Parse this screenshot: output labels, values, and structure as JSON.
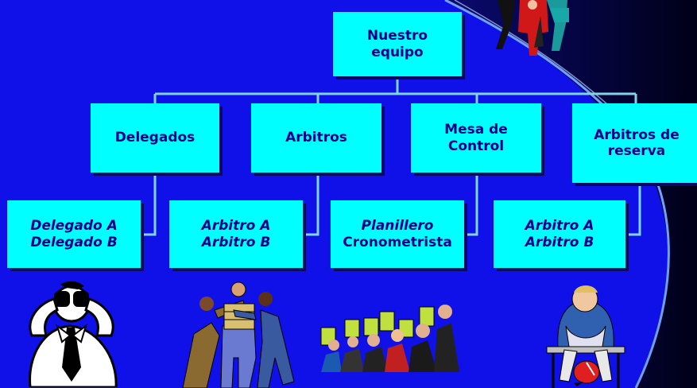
{
  "root": {
    "line1": "Nuestro",
    "line2": "equipo"
  },
  "categories": [
    {
      "line1": "Delegados",
      "line2": ""
    },
    {
      "line1": "Arbitros",
      "line2": ""
    },
    {
      "line1": "Mesa de",
      "line2": "Control"
    },
    {
      "line1": "Arbitros de",
      "line2": "reserva"
    }
  ],
  "members": [
    {
      "line1": "Delegado A",
      "line2": "Delegado B"
    },
    {
      "line1": "Arbitro A",
      "line2": "Arbitro B"
    },
    {
      "line1": "Planillero",
      "line2": "Cronometrista"
    },
    {
      "line1": "Arbitro A",
      "line2": "Arbitro B"
    }
  ],
  "colors": {
    "background": "#1010e8",
    "box_fill": "#00ffff",
    "box_text": "#00008a",
    "connector": "#7fd4e8"
  },
  "clipart": [
    "crowd-clipart",
    "binoculars-man-clipart",
    "referees-clipart",
    "judges-scorecards-clipart",
    "football-player-bench-clipart"
  ]
}
